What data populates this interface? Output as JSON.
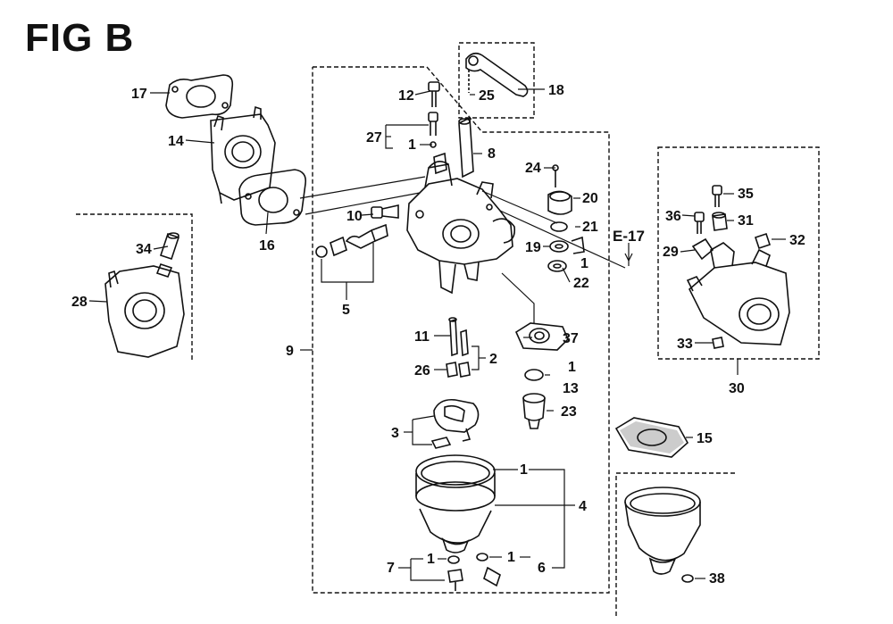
{
  "figure": {
    "title": "FIG B"
  },
  "reference": {
    "label": "E-17"
  },
  "callouts": [
    {
      "id": "c17",
      "text": "17"
    },
    {
      "id": "c14",
      "text": "14"
    },
    {
      "id": "c16",
      "text": "16"
    },
    {
      "id": "c34",
      "text": "34"
    },
    {
      "id": "c28",
      "text": "28"
    },
    {
      "id": "c12",
      "text": "12"
    },
    {
      "id": "c25",
      "text": "25"
    },
    {
      "id": "c18",
      "text": "18"
    },
    {
      "id": "c27",
      "text": "27"
    },
    {
      "id": "c1a",
      "text": "1"
    },
    {
      "id": "c8",
      "text": "8"
    },
    {
      "id": "c24",
      "text": "24"
    },
    {
      "id": "c20",
      "text": "20"
    },
    {
      "id": "c21",
      "text": "21"
    },
    {
      "id": "c19",
      "text": "19"
    },
    {
      "id": "c1b",
      "text": "1"
    },
    {
      "id": "c22",
      "text": "22"
    },
    {
      "id": "c10",
      "text": "10"
    },
    {
      "id": "c5",
      "text": "5"
    },
    {
      "id": "c9",
      "text": "9"
    },
    {
      "id": "c11",
      "text": "11"
    },
    {
      "id": "c2",
      "text": "2"
    },
    {
      "id": "c26",
      "text": "26"
    },
    {
      "id": "c37",
      "text": "37"
    },
    {
      "id": "c1c",
      "text": "1"
    },
    {
      "id": "c13",
      "text": "13"
    },
    {
      "id": "c23",
      "text": "23"
    },
    {
      "id": "c3",
      "text": "3"
    },
    {
      "id": "c1d",
      "text": "1"
    },
    {
      "id": "c4",
      "text": "4"
    },
    {
      "id": "c7",
      "text": "7"
    },
    {
      "id": "c1e",
      "text": "1"
    },
    {
      "id": "c1f",
      "text": "1"
    },
    {
      "id": "c6",
      "text": "6"
    },
    {
      "id": "c35",
      "text": "35"
    },
    {
      "id": "c36",
      "text": "36"
    },
    {
      "id": "c31",
      "text": "31"
    },
    {
      "id": "c29",
      "text": "29"
    },
    {
      "id": "c32",
      "text": "32"
    },
    {
      "id": "c33",
      "text": "33"
    },
    {
      "id": "c30",
      "text": "30"
    },
    {
      "id": "c15",
      "text": "15"
    },
    {
      "id": "c38",
      "text": "38"
    }
  ],
  "colors": {
    "line": "#111111",
    "part_fill": "#ffffff",
    "shade": "#9a9a9a"
  }
}
